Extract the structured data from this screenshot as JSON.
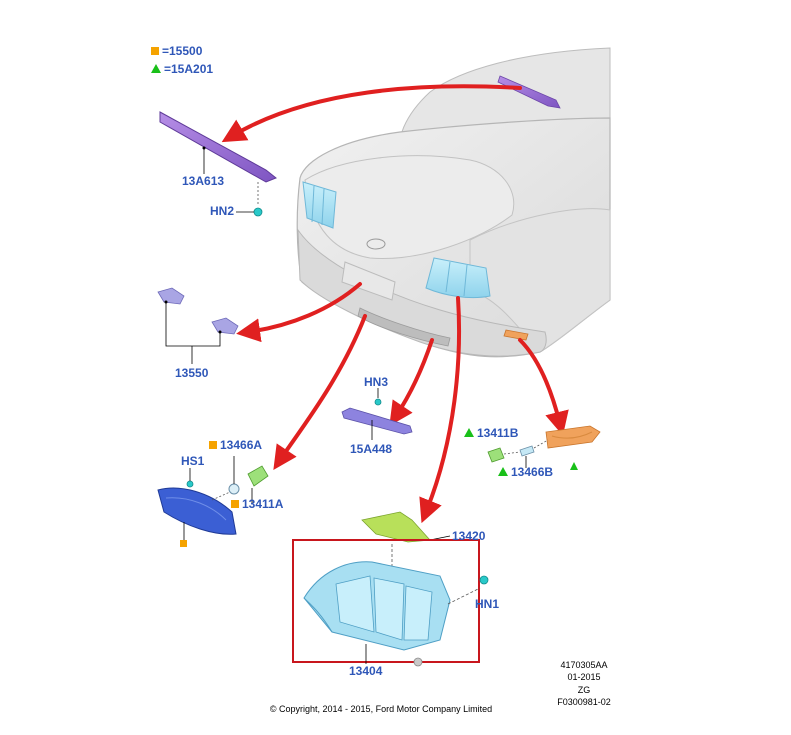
{
  "legend": {
    "square_code": "=15500",
    "triangle_code": "=15A201"
  },
  "callouts": {
    "p13A613": "13A613",
    "hn2": "HN2",
    "p13550": "13550",
    "hn3": "HN3",
    "p15A448": "15A448",
    "p13466A": "13466A",
    "hs1": "HS1",
    "p13411A": "13411A",
    "p13411B": "13411B",
    "p13466B": "13466B",
    "p13420": "13420",
    "hn1": "HN1",
    "p13404": "13404"
  },
  "footer": {
    "copyright": "© Copyright, 2014 - 2015, Ford Motor Company Limited",
    "doc_number": "4170305AA",
    "date": "01-2015",
    "revision": "ZG",
    "figure_id": "F0300981-02"
  },
  "colors": {
    "label": "#2f57b8",
    "arrow": "#e02020",
    "legend_square": "#f5a300",
    "legend_triangle": "#19c019",
    "highlight_box": "#c8161d"
  }
}
